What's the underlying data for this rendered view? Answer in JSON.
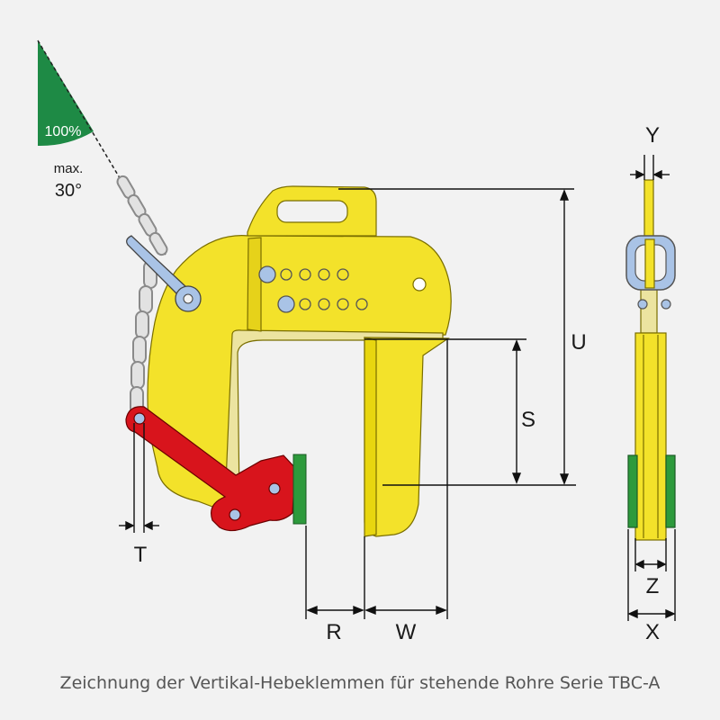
{
  "angle_badge": {
    "percent": "100%",
    "max_label": "max.",
    "max_value": "30°"
  },
  "dimensions": {
    "U": "U",
    "S": "S",
    "T": "T",
    "R": "R",
    "W": "W",
    "Y": "Y",
    "Z": "Z",
    "X": "X"
  },
  "caption": "Zeichnung der Vertikal-Hebeklemmen für stehende Rohre Serie TBC-A",
  "colors": {
    "clamp_yellow": "#f3e22a",
    "lever_red": "#d8141c",
    "pad_green": "#2d9a3c",
    "sector_green": "#1e8a45",
    "chain_gray": "#d6d6d6",
    "hole_blue": "#a9c3e6"
  }
}
